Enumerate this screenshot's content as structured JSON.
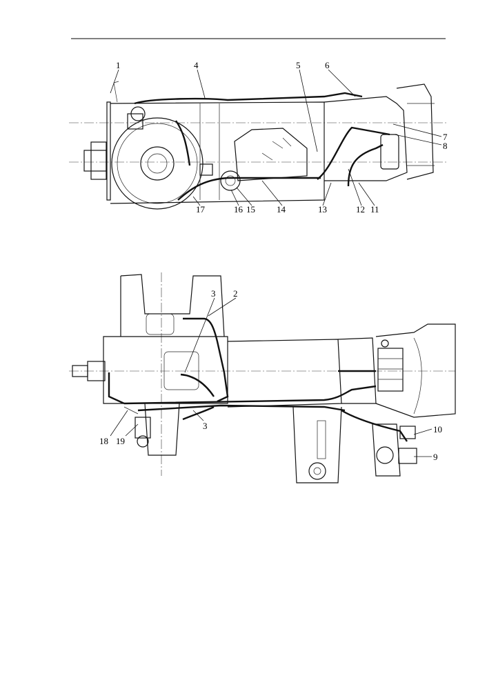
{
  "top_view": {
    "callouts": [
      "1",
      "4",
      "5",
      "6",
      "7",
      "8",
      "17",
      "16",
      "15",
      "14",
      "13",
      "12",
      "11"
    ]
  },
  "bottom_view": {
    "callouts": [
      "3",
      "2",
      "18",
      "19",
      "3",
      "10",
      "9"
    ]
  }
}
